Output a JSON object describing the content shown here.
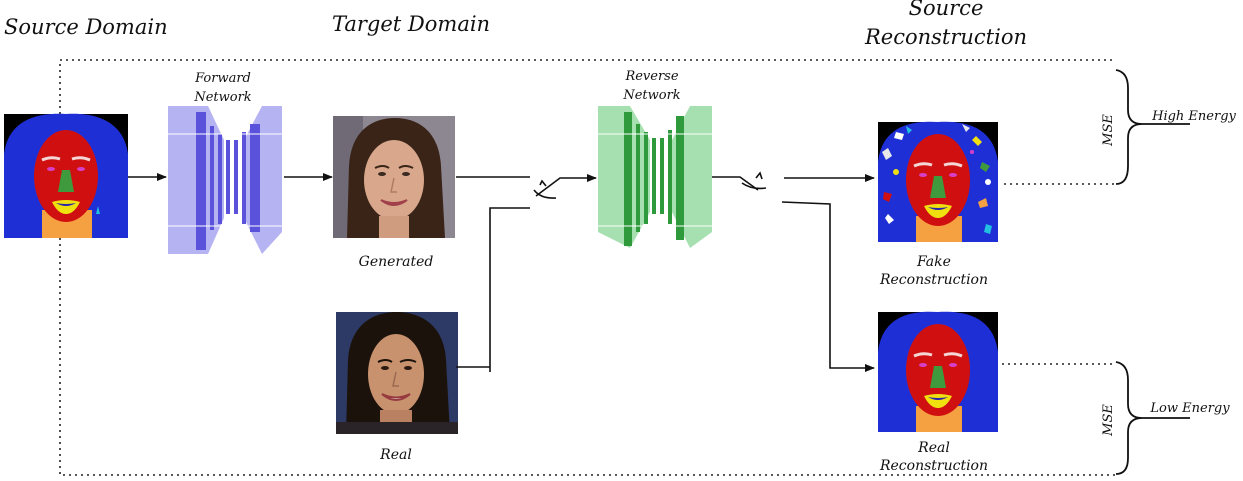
{
  "headings": {
    "source_domain": "Source Domain",
    "target_domain": "Target Domain",
    "source_reconstruction_line1": "Source",
    "source_reconstruction_line2": "Reconstruction"
  },
  "networks": {
    "forward_line1": "Forward",
    "forward_line2": "Network",
    "reverse_line1": "Reverse",
    "reverse_line2": "Network"
  },
  "images": {
    "generated_label": "Generated",
    "real_label": "Real",
    "fake_recon_line1": "Fake",
    "fake_recon_line2": "Reconstruction",
    "real_recon_line1": "Real",
    "real_recon_line2": "Reconstruction"
  },
  "losses": {
    "mse_top": "MSE",
    "mse_bottom": "MSE",
    "high_energy": "High Energy",
    "low_energy": "Low Energy"
  },
  "colors": {
    "forward_light": "#b6b3f3",
    "forward_dark": "#5b52db",
    "reverse_light": "#a6dfb0",
    "reverse_dark": "#2e9a3c",
    "seg_background": "#000000",
    "seg_hair": "#1f2fd6",
    "seg_skin": "#d01010",
    "seg_neck": "#f5a142",
    "seg_nose": "#3e9a3c",
    "seg_lips": "#f0e010",
    "seg_mouth": "#2a28a8",
    "seg_brow": "#f4d6d6",
    "seg_eye": "#d640c8"
  }
}
